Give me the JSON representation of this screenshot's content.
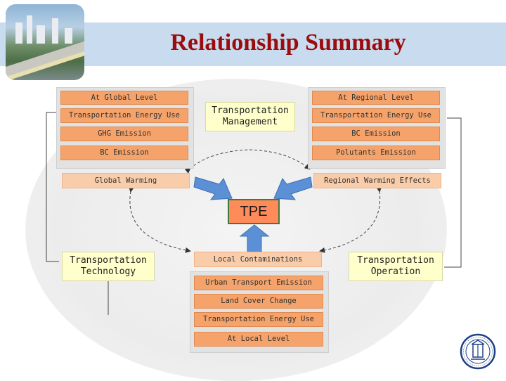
{
  "title": "Relationship Summary",
  "center": {
    "label": "TPE"
  },
  "global_panel": {
    "header": "At Global Level",
    "items": [
      "Transportation Energy Use",
      "GHG Emission",
      "BC Emission"
    ]
  },
  "regional_panel": {
    "header": "At Regional Level",
    "items": [
      "Transportation Energy Use",
      "BC Emission",
      "Polutants Emission"
    ]
  },
  "local_panel": {
    "items": [
      "Urban Transport Emission",
      "Land Cover Change",
      "Transportation Energy Use"
    ],
    "footer": "At Local Level"
  },
  "effects": {
    "global": "Global Warming",
    "regional": "Regional Warming Effects",
    "local": "Local Contaminations"
  },
  "drivers": {
    "management": "Transportation\nManagement",
    "technology": "Transportation\nTechnology",
    "operation": "Transportation\nOperation"
  },
  "colors": {
    "title": "#9b0c0c",
    "header_band": "#c9dcef",
    "box": "#f5a36a",
    "box_light": "#f9ccaa",
    "driver_box": "#ffffcc",
    "arrow": "#5b8fd6",
    "tpe": "#ff8a5a"
  }
}
